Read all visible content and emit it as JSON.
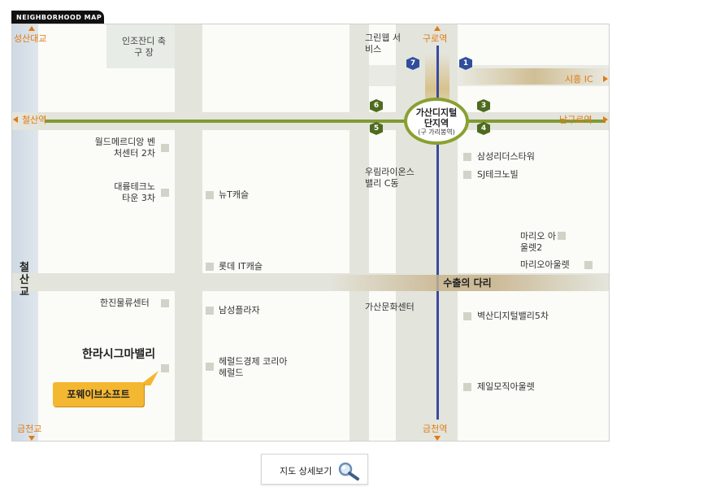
{
  "header": {
    "tag": "NEIGHBORHOOD MAP"
  },
  "colors": {
    "accent_orange": "#e07a12",
    "rail_green": "#7f9a35",
    "rail_blue": "#3b4aa0",
    "callout_yellow": "#f4b731",
    "exit_blue": "#2f4f9c",
    "exit_green": "#4e6b1f"
  },
  "map": {
    "station": {
      "name": "가산디지털 단지역",
      "subname": "(구 가리봉역)"
    },
    "directions": {
      "top_left": "성산대교",
      "top_center": "구로역",
      "left": "철산역",
      "right_upper": "시흥 IC",
      "right_station": "남구로역",
      "bottom_left": "금천교",
      "bottom_center": "금천역"
    },
    "bridge_left": "철산교",
    "bridge_center": "수출의 다리",
    "park": "인조잔디 축 구 장",
    "exits": [
      "7",
      "1",
      "6",
      "3",
      "5",
      "4"
    ],
    "landmarks": {
      "green_web": "그린웹 서비스",
      "world_meridian": "월드메르디앙 벤처센터 2차",
      "daeryung": "대륭테크노 타운 3차",
      "new_t": "뉴T캐슬",
      "lotte": "롯데 IT캐슬",
      "woorim": "우림라이온스 밸리 C동",
      "samsung_leaders": "삼성리더스타워",
      "sj_techno": "SJ테크노빌",
      "mario2": "마리오 아울렛2",
      "mario": "마리오아울렛",
      "hanjin": "한진물류센터",
      "namsung": "남성플라자",
      "gasan_culture": "가산문화센터",
      "byeoksan": "벽산디지털밸리5차",
      "herald": "헤럴드경제 코리아헤럴드",
      "jeil": "제일모직아울렛",
      "halla": "한라시그마밸리"
    },
    "callout": "포웨이브소프트"
  },
  "detail_button": {
    "label": "지도 상세보기",
    "icon": "magnifier-icon"
  }
}
